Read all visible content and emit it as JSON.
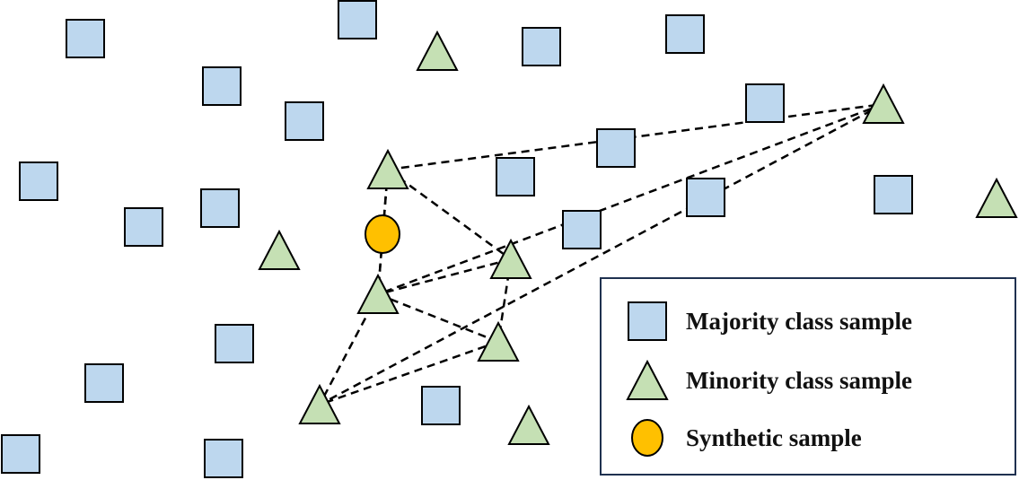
{
  "colors": {
    "majority_fill": "#bdd7ee",
    "minority_fill": "#c5e0b4",
    "synthetic_fill": "#ffc000",
    "outline": "#000000",
    "legend_border": "#1f3150"
  },
  "legend": {
    "majority_label": "Majority class sample",
    "minority_label": "Minority class sample",
    "synthetic_label": "Synthetic sample"
  }
}
